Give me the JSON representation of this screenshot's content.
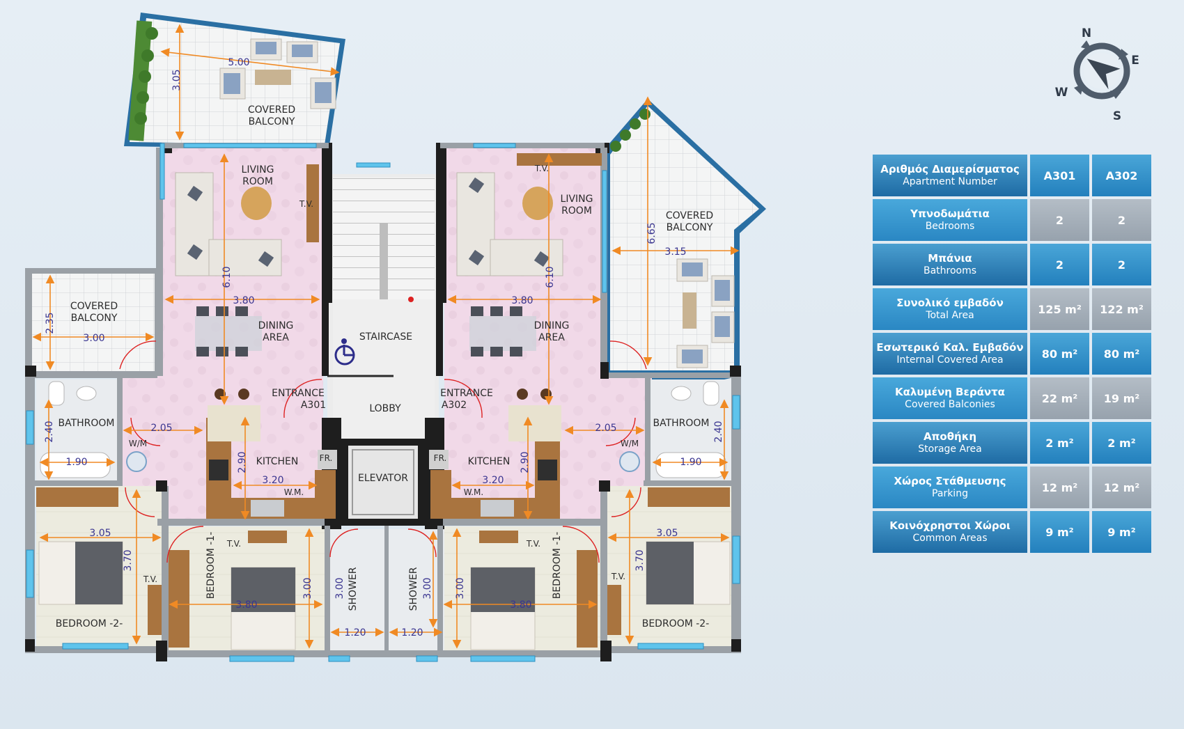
{
  "compass": {
    "n": "N",
    "e": "E",
    "s": "S",
    "w": "W"
  },
  "labels": {
    "covered_balcony_top": [
      "COVERED",
      "BALCONY"
    ],
    "covered_balcony_left": [
      "COVERED",
      "BALCONY"
    ],
    "covered_balcony_right": [
      "COVERED",
      "BALCONY"
    ],
    "living_room_a301": [
      "LIVING",
      "ROOM"
    ],
    "living_room_a302": [
      "LIVING",
      "ROOM"
    ],
    "dining_area_a301": [
      "DINING",
      "AREA"
    ],
    "dining_area_a302": [
      "DINING",
      "AREA"
    ],
    "staircase": "STAIRCASE",
    "lobby": "LOBBY",
    "elevator": "ELEVATOR",
    "entrance_a301": [
      "ENTRANCE",
      "A301"
    ],
    "entrance_a302": [
      "ENTRANCE",
      "A302"
    ],
    "kitchen_a301": "KITCHEN",
    "kitchen_a302": "KITCHEN",
    "fr": "FR.",
    "wm": "W.M.",
    "wm_short": "W/M",
    "bathroom": "BATHROOM",
    "tv": "T.V.",
    "bedroom_1": "BEDROOM -1-",
    "bedroom_2": "BEDROOM -2-",
    "shower": "SHOWER"
  },
  "dims": {
    "top_balcony_w": "5.00",
    "top_balcony_h": "3.05",
    "left_balcony_h": "2.35",
    "left_balcony_w": "3.00",
    "living_h": "6.10",
    "living_w": "3.80",
    "right_balcony_h": "6.65",
    "right_balcony_w": "3.15",
    "corridor_w": "2.05",
    "bath_h": "2.40",
    "bath_w": "1.90",
    "kitchen_h": "2.90",
    "kitchen_w": "3.20",
    "bed2_w": "3.05",
    "bed2_h": "3.70",
    "bed1_h": "3.00",
    "bed1_w": "3.80",
    "shower_h": "3.00",
    "shower_w": "1.20"
  },
  "table": {
    "header": {
      "gr": "Αριθμός Διαμερίσματος",
      "en": "Apartment Number",
      "a301": "A301",
      "a302": "A302"
    },
    "rows": [
      {
        "gr": "Υπνοδωμάτια",
        "en": "Bedrooms",
        "a301": "2",
        "a302": "2"
      },
      {
        "gr": "Μπάνια",
        "en": "Bathrooms",
        "a301": "2",
        "a302": "2"
      },
      {
        "gr": "Συνολικό εμβαδόν",
        "en": "Total Area",
        "a301": "125 m²",
        "a302": "122 m²"
      },
      {
        "gr": "Εσωτερικό Καλ. Εμβαδόν",
        "en": "Internal Covered Area",
        "a301": "80 m²",
        "a302": "80 m²"
      },
      {
        "gr": "Καλυμένη Βεράντα",
        "en": "Covered Balconies",
        "a301": "22 m²",
        "a302": "19 m²"
      },
      {
        "gr": "Αποθήκη",
        "en": "Storage Area",
        "a301": "2 m²",
        "a302": "2 m²"
      },
      {
        "gr": "Χώρος Στάθμευσης",
        "en": "Parking",
        "a301": "12 m²",
        "a302": "12 m²"
      },
      {
        "gr": "Κοινόχρηστοι Χώροι",
        "en": "Common Areas",
        "a301": "9 m²",
        "a302": "9 m²"
      }
    ]
  }
}
